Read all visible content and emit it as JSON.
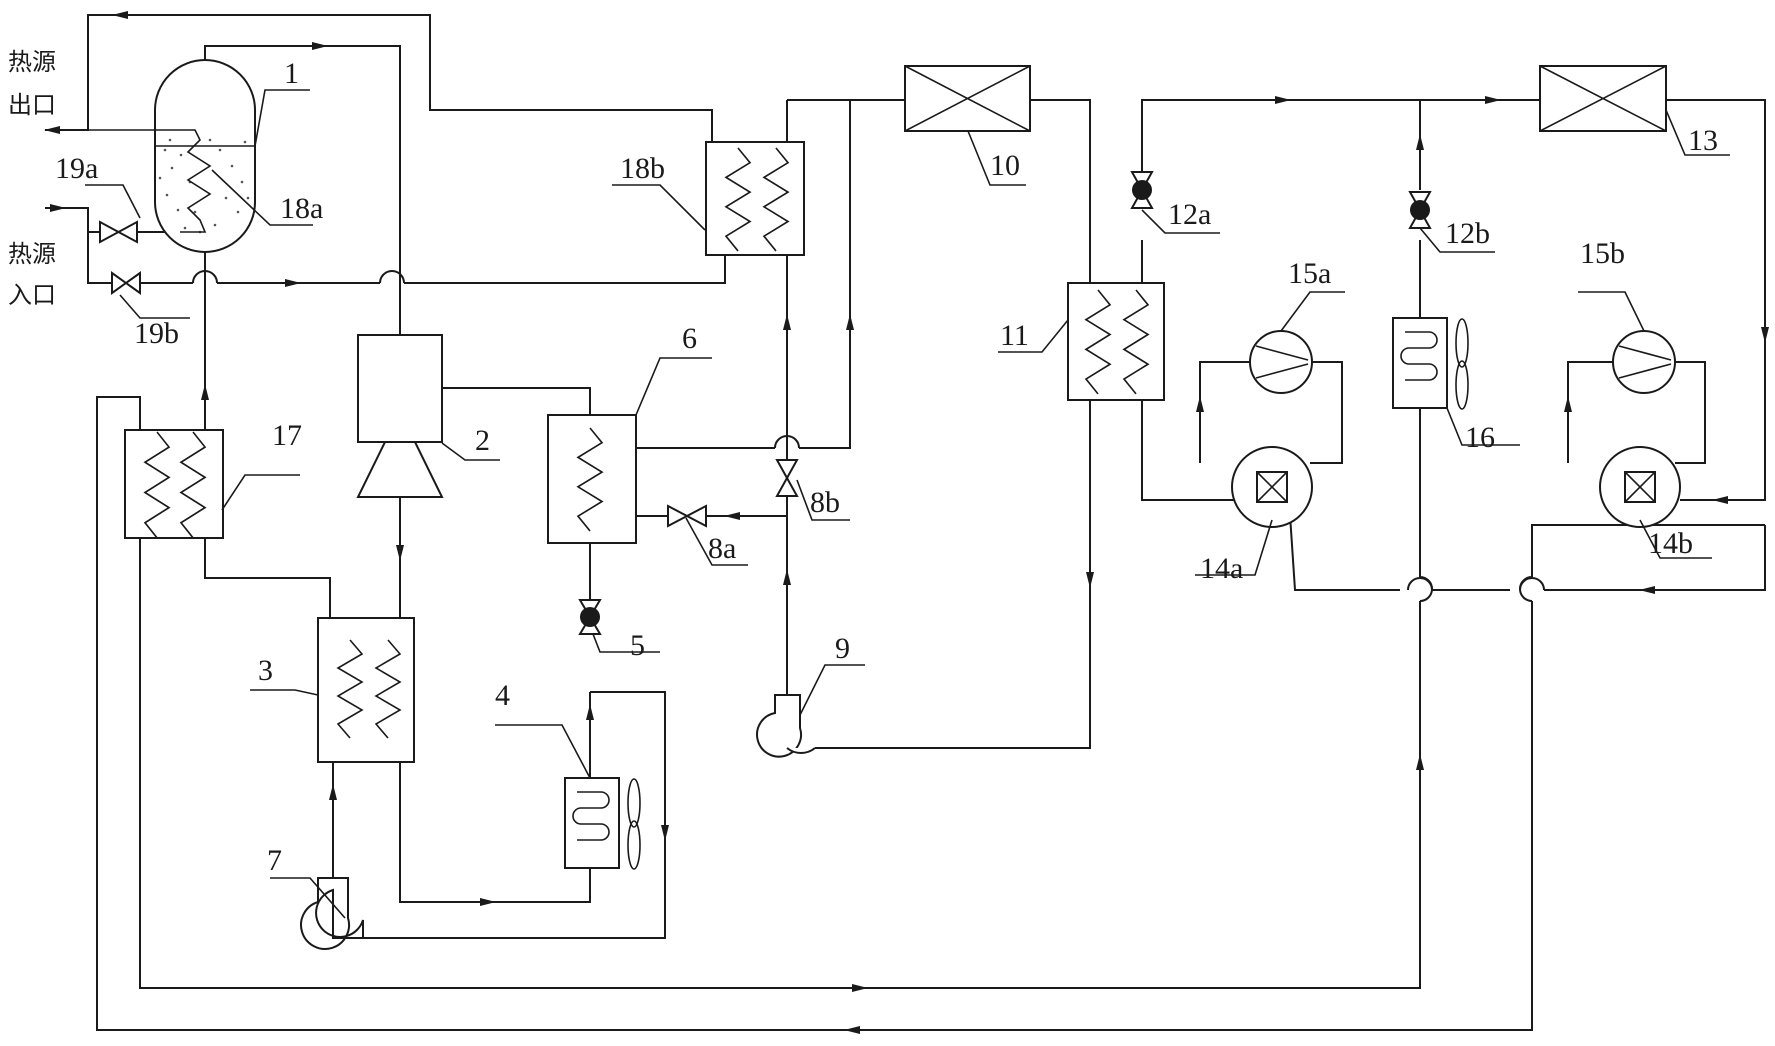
{
  "labels": {
    "n1": "1",
    "n2": "2",
    "n3": "3",
    "n4": "4",
    "n5": "5",
    "n6": "6",
    "n7": "7",
    "n8a": "8a",
    "n8b": "8b",
    "n9": "9",
    "n10": "10",
    "n11": "11",
    "n12a": "12a",
    "n12b": "12b",
    "n13": "13",
    "n14a": "14a",
    "n14b": "14b",
    "n15a": "15a",
    "n15b": "15b",
    "n16": "16",
    "n17": "17",
    "n18a": "18a",
    "n18b": "18b",
    "n19a": "19a",
    "n19b": "19b"
  },
  "heat_source": {
    "outlet_line1": "热源",
    "outlet_line2": "出口",
    "inlet_line1": "热源",
    "inlet_line2": "入口"
  }
}
